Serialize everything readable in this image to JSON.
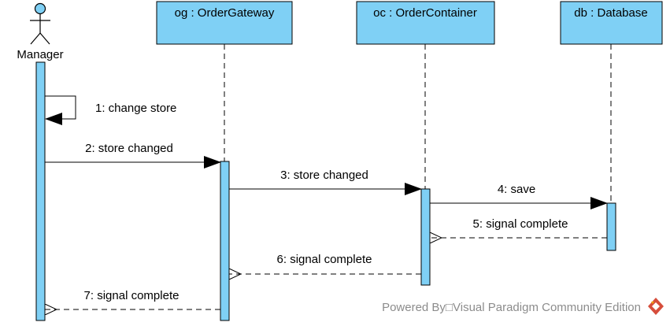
{
  "actor": {
    "label": "Manager"
  },
  "lifelines": [
    {
      "id": "og",
      "label": "og : OrderGateway"
    },
    {
      "id": "oc",
      "label": "oc : OrderContainer"
    },
    {
      "id": "db",
      "label": "db : Database"
    }
  ],
  "messages": [
    {
      "label": "1: change store",
      "from": "Manager",
      "to": "Manager",
      "kind": "self"
    },
    {
      "label": "2: store changed",
      "from": "Manager",
      "to": "og",
      "kind": "sync"
    },
    {
      "label": "3: store changed",
      "from": "og",
      "to": "oc",
      "kind": "sync"
    },
    {
      "label": "4: save",
      "from": "oc",
      "to": "db",
      "kind": "sync"
    },
    {
      "label": "5: signal complete",
      "from": "db",
      "to": "oc",
      "kind": "return"
    },
    {
      "label": "6: signal complete",
      "from": "oc",
      "to": "og",
      "kind": "return"
    },
    {
      "label": "7: signal complete",
      "from": "og",
      "to": "Manager",
      "kind": "return"
    }
  ],
  "watermark": {
    "text": "Powered By□Visual Paradigm Community Edition"
  },
  "colors": {
    "box_fill": "#7fd0f5",
    "box_stroke": "#000000",
    "activation_fill": "#7fd0f5",
    "line": "#000000",
    "watermark": "#8c8c8c",
    "logo": "#d64d3b"
  }
}
